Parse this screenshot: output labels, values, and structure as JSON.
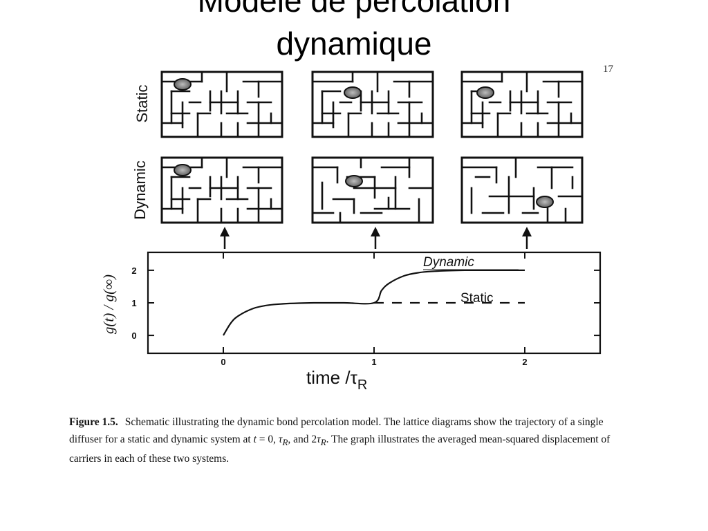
{
  "slide": {
    "title_line1": "Modèle de percolation",
    "title_line2": "dynamique",
    "page_number": "17"
  },
  "figure": {
    "row_labels": {
      "static": "Static",
      "dynamic": "Dynamic"
    },
    "graph": {
      "ylabel": "g(t) / g(∞)",
      "xlabel_main": "time /τ",
      "xlabel_sub": "R",
      "x_ticks": [
        "0",
        "1",
        "2"
      ],
      "y_ticks": [
        "0",
        "1",
        "2"
      ],
      "curve_labels": {
        "dynamic": "Dynamic",
        "static": "Static"
      }
    }
  },
  "chart_data": {
    "type": "line",
    "title": "",
    "xlabel": "time /τR",
    "ylabel": "g(t) / g(∞)",
    "xlim": [
      -0.5,
      2.5
    ],
    "ylim": [
      -0.55,
      2.55
    ],
    "x_ticks": [
      0,
      1,
      2
    ],
    "y_ticks": [
      0,
      1,
      2
    ],
    "grid": false,
    "legend": "inline labels",
    "series": [
      {
        "name": "Dynamic",
        "style": "solid",
        "x": [
          0,
          0.05,
          0.1,
          0.2,
          0.3,
          0.4,
          0.5,
          0.6,
          0.8,
          1.0,
          1.05,
          1.1,
          1.2,
          1.3,
          1.4,
          1.5,
          1.6,
          1.8,
          2.0
        ],
        "y": [
          0,
          0.38,
          0.6,
          0.83,
          0.93,
          0.97,
          0.99,
          1.0,
          1.0,
          1.0,
          1.38,
          1.6,
          1.83,
          1.93,
          1.97,
          1.99,
          2.0,
          2.0,
          2.0
        ]
      },
      {
        "name": "Static",
        "style": "dashed",
        "x": [
          1.0,
          1.2,
          1.4,
          1.6,
          1.8,
          2.0
        ],
        "y": [
          1.0,
          1.0,
          1.0,
          1.0,
          1.0,
          1.0
        ]
      }
    ]
  },
  "caption": {
    "label": "Figure 1.5.",
    "text_1": "Schematic illustrating the dynamic bond percolation model.  The lattice diagrams show the trajectory of a single diffuser for a static and dynamic system at ",
    "t_var": "t",
    "text_2": " = 0, ",
    "tau_1": "τ",
    "r_1": "R",
    "text_3": ", and 2",
    "tau_2": "τ",
    "r_2": "R",
    "text_4": ".  The graph illustrates the averaged mean-squared displacement of carriers in each of these two systems."
  }
}
